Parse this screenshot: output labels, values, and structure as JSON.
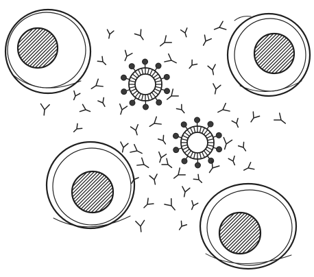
{
  "figure": {
    "style": "pencil-sketch",
    "ink_color": "#1f1f1f",
    "background": "#ffffff",
    "large_cell_count": 4,
    "central_particle_count": 2,
    "y_shaped_fragments": "many, scattered"
  }
}
